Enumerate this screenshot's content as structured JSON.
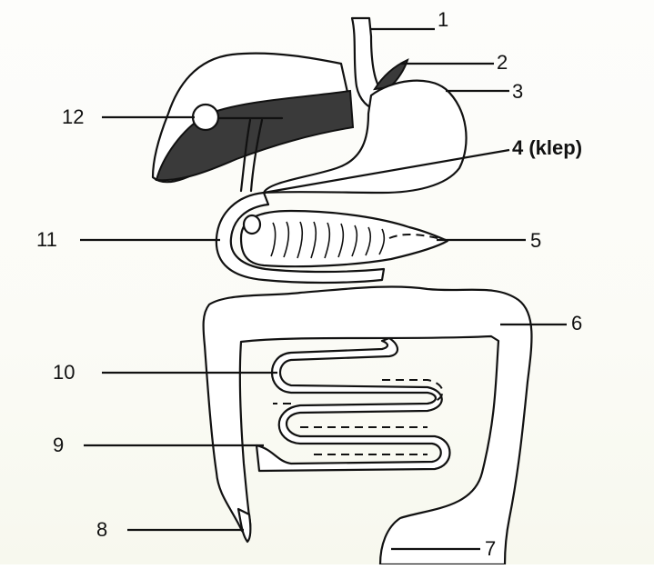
{
  "labels": {
    "l1": "1",
    "l2": "2",
    "l3": "3",
    "l4": "4 (klep)",
    "l5": "5",
    "l6": "6",
    "l7": "7",
    "l8": "8",
    "l9": "9",
    "l10": "10",
    "l11": "11",
    "l12": "12"
  }
}
